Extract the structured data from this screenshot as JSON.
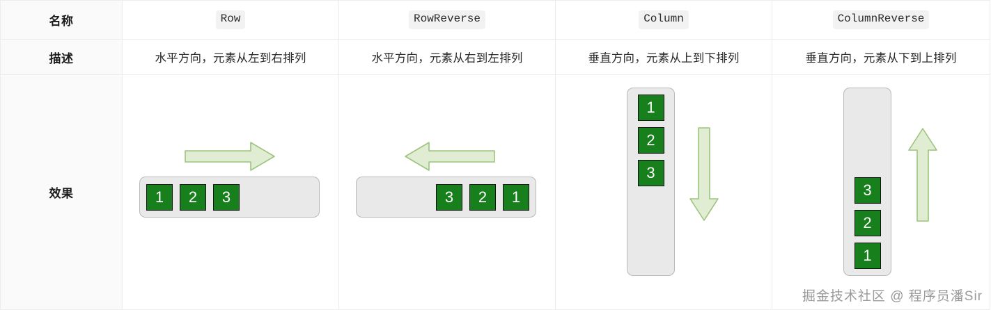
{
  "table": {
    "row_labels": {
      "name": "名称",
      "description": "描述",
      "effect": "效果"
    },
    "columns": [
      {
        "name": "Row",
        "description": "水平方向，元素从左到右排列",
        "direction": "row",
        "orientation": "horizontal",
        "items": [
          "1",
          "2",
          "3"
        ],
        "arrow": "arrow-right-icon"
      },
      {
        "name": "RowReverse",
        "description": "水平方向，元素从右到左排列",
        "direction": "row-reverse",
        "orientation": "horizontal",
        "items": [
          "1",
          "2",
          "3"
        ],
        "arrow": "arrow-left-icon"
      },
      {
        "name": "Column",
        "description": "垂直方向，元素从上到下排列",
        "direction": "column",
        "orientation": "vertical",
        "items": [
          "1",
          "2",
          "3"
        ],
        "arrow": "arrow-down-icon"
      },
      {
        "name": "ColumnReverse",
        "description": "垂直方向，元素从下到上排列",
        "direction": "column-reverse",
        "orientation": "vertical",
        "items": [
          "1",
          "2",
          "3"
        ],
        "arrow": "arrow-up-icon"
      }
    ]
  },
  "watermark": {
    "text": "掘金技术社区 @ 程序员潘Sir"
  },
  "colors": {
    "item_fill": "#17801c",
    "item_border": "#111111",
    "item_text": "#ffffff",
    "container_fill": "#e9e9e9",
    "container_border": "#b9b9b9",
    "arrow_fill": "#e0edd2",
    "arrow_border": "#9cc47e",
    "label_column_bg": "#fafafa",
    "table_border": "#ececec",
    "code_chip_bg": "#f2f2f2",
    "watermark_text": "#9a9a9a"
  }
}
